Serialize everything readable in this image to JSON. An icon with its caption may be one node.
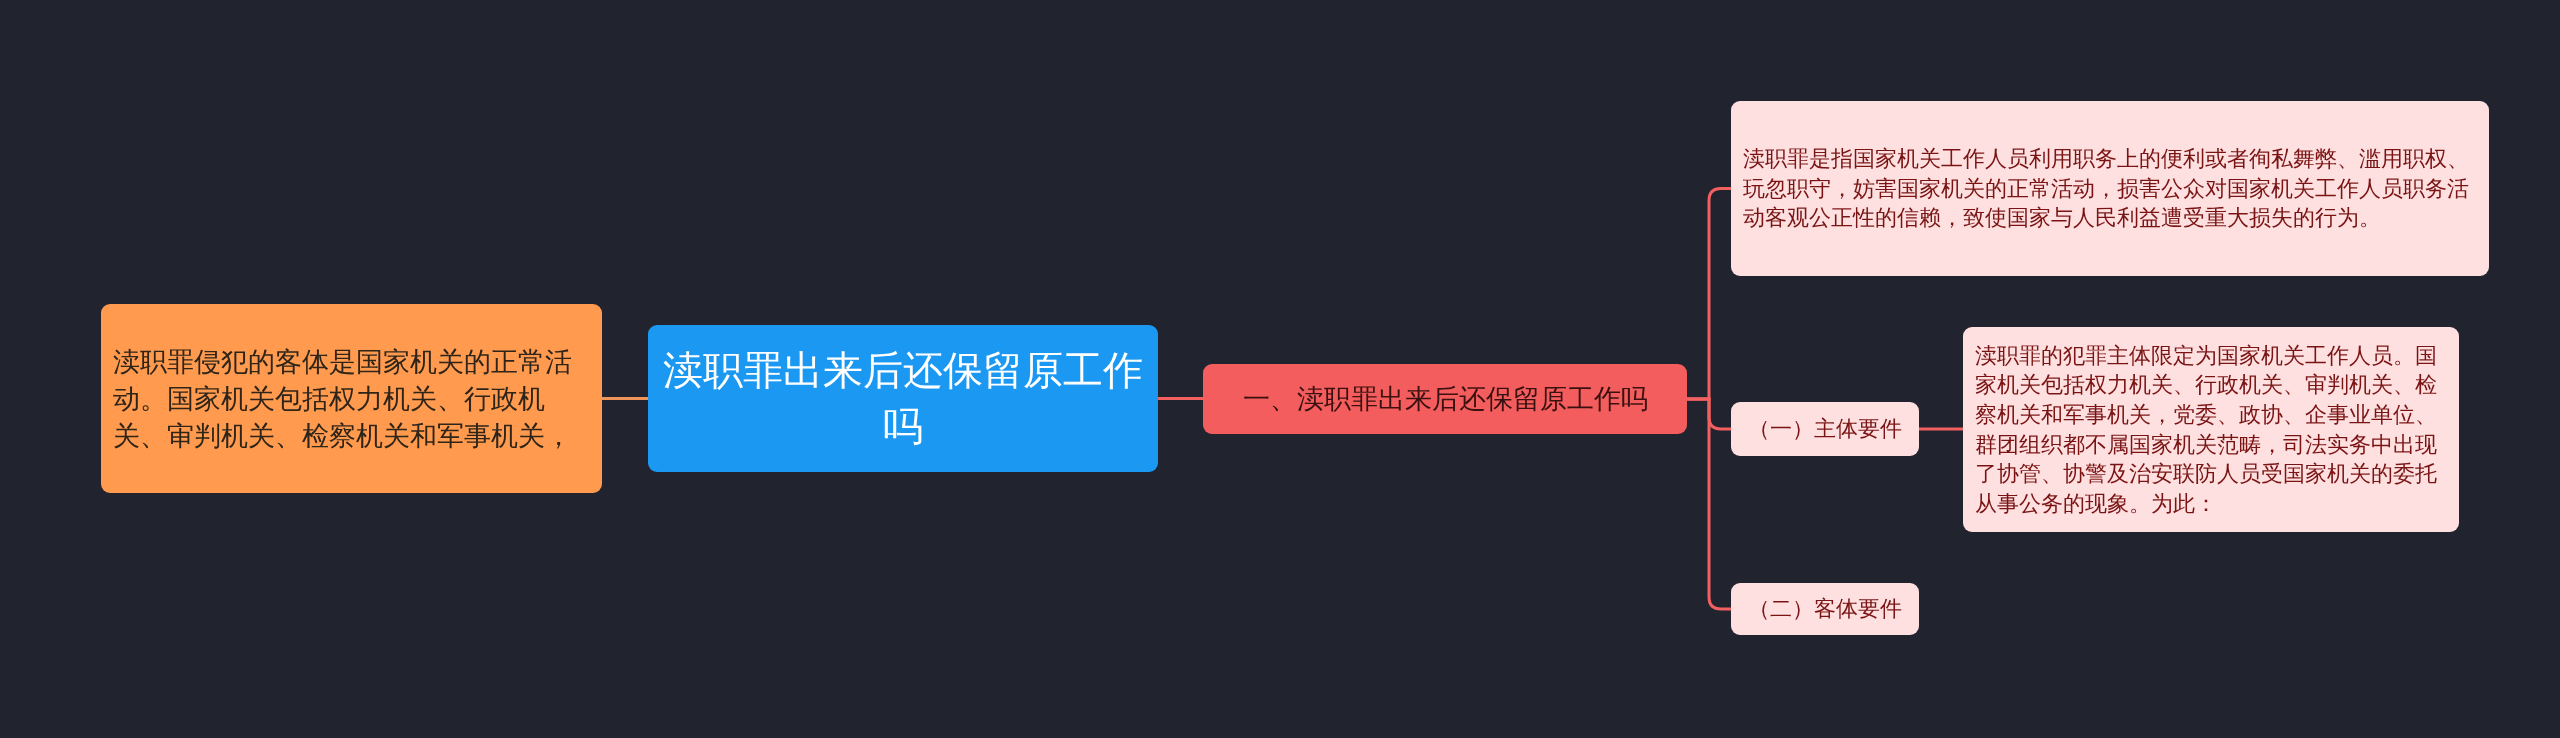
{
  "diagram": {
    "nodes": [
      {
        "text": [
          "渎职罪出来后还保留原工作吗"
        ]
      },
      {
        "text": [
          "渎职罪侵犯的客体是国家机关的正常活动。国家机关包括权力机关、行政机关、审判机关、检察机关和军事机关，"
        ]
      },
      {
        "text": [
          "一、渎职罪出来后还保留原工作吗"
        ]
      },
      {
        "text": [
          "渎职罪是指国家机关工作人员利用职务上的便利或者徇私舞弊、滥用职权、玩忽职守，妨害国家机关的正常活动，损害公众对国家机关工作人员职务活动客观公正性的信赖，致使国家与人民利益遭受重大损失的行为。"
        ]
      },
      {
        "text": [
          "（一）主体要件"
        ]
      },
      {
        "text": [
          "渎职罪的犯罪主体限定为国家机关工作人员。国家机关包括权力机关、行政机关、审判机关、检察机关和军事机关，党委、政协、企事业单位、群团组织都不属国家机关范畴，司法实务中出现了协管、协警及治安联防人员受国家机关的委托从事公务的现象。为此："
        ]
      },
      {
        "text": [
          "（二）客体要件"
        ]
      }
    ],
    "edges": [
      {
        "from": 0,
        "to": 1,
        "arrow": "none",
        "color": "#f0955a"
      },
      {
        "from": 0,
        "to": 2,
        "arrow": "none"
      },
      {
        "from": 2,
        "to": 3,
        "arrow": "none"
      },
      {
        "from": 2,
        "to": 4,
        "arrow": "none"
      },
      {
        "from": 2,
        "to": 6,
        "arrow": "none"
      },
      {
        "from": 4,
        "to": 5,
        "arrow": "none"
      }
    ]
  }
}
